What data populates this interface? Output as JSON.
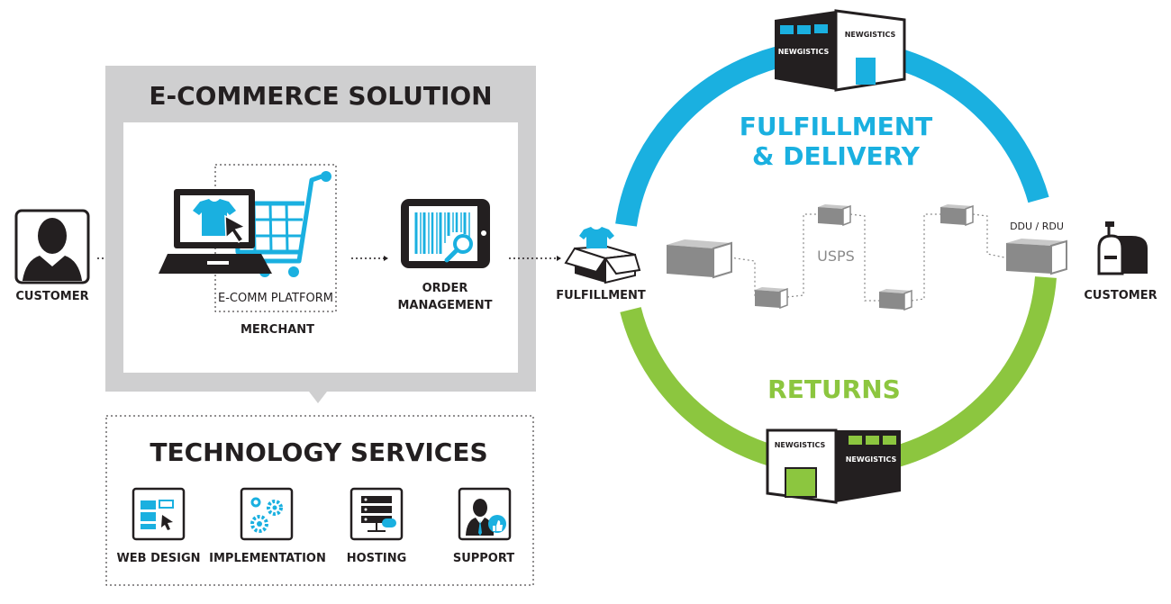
{
  "labels": {
    "customer_left": "CUSTOMER",
    "ecommerce_title": "E-COMMERCE SOLUTION",
    "ecomm_platform": "E-COMM PLATFORM",
    "merchant": "MERCHANT",
    "order_line1": "ORDER",
    "order_line2": "MANAGEMENT",
    "fulfillment": "FULFILLMENT",
    "fulfillment_delivery_line1": "FULFILLMENT",
    "fulfillment_delivery_line2": "& DELIVERY",
    "usps": "USPS",
    "ddu_rdu": "DDU / RDU",
    "customer_right": "CUSTOMER",
    "returns": "RETURNS",
    "warehouse_top_sign1": "NEWGISTICS",
    "warehouse_top_sign2": "NEWGISTICS",
    "warehouse_bottom_sign1": "NEWGISTICS",
    "warehouse_bottom_sign2": "NEWGISTICS"
  },
  "technology": {
    "title": "TECHNOLOGY SERVICES",
    "items": [
      {
        "label": "WEB DESIGN",
        "icon": "web-design-icon"
      },
      {
        "label": "IMPLEMENTATION",
        "icon": "gears-icon"
      },
      {
        "label": "HOSTING",
        "icon": "server-icon"
      },
      {
        "label": "SUPPORT",
        "icon": "support-agent-icon"
      }
    ]
  },
  "colors": {
    "blue": "#1ab0e0",
    "green": "#8cc63f",
    "dark": "#231f20",
    "panel_gray": "#cfcfd0",
    "box_gray": "#8a8a8a"
  }
}
